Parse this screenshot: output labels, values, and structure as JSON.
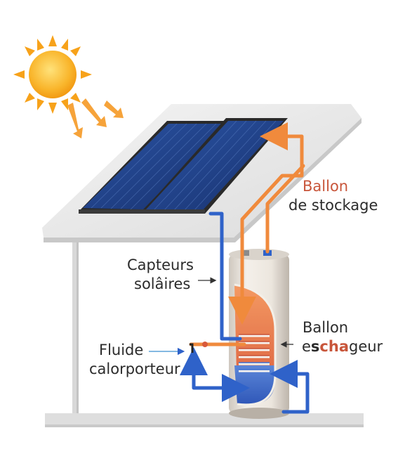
{
  "labels": {
    "storage_line1": "Ballon",
    "storage_line2": "de stockage",
    "collectors_line1": "Capteurs",
    "collectors_line2": "solâires",
    "fluid_line1": "Fluide",
    "fluid_line2": "calorporteur",
    "exchanger_line1": "Ballon",
    "exchanger_line2_a": "e",
    "exchanger_line2_b": "s",
    "exchanger_line2_c": "cha",
    "exchanger_line2_d": "geur"
  },
  "colors": {
    "hot_pipe": "#f08a3c",
    "cold_pipe": "#2f62c9",
    "accent_text": "#c8553a",
    "sun": "#f7a21a",
    "panel": "#1e3a7a",
    "tank": "#eae4dc"
  },
  "icons": [
    "sun-icon",
    "sun-ray-arrow-icon"
  ]
}
